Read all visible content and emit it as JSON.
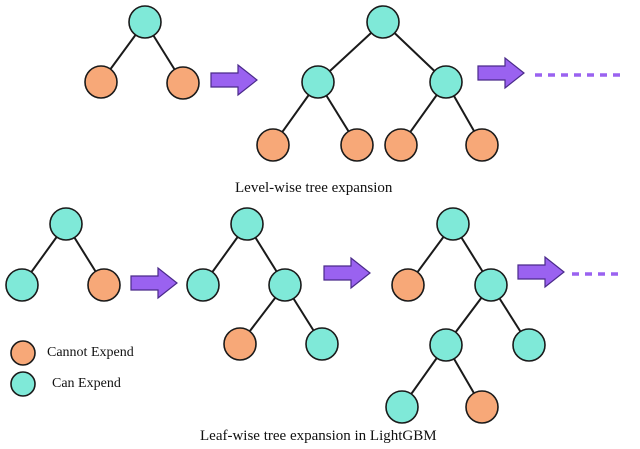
{
  "diagram": {
    "level_wise_caption": "Level-wise tree expansion",
    "leaf_wise_caption": "Leaf-wise tree expansion in LightGBM",
    "legend": {
      "cannot_expend": "Cannot Expend",
      "can_expend": "Can Expend"
    },
    "colors": {
      "can_expend": "#7fe9d8",
      "cannot_expend": "#f7a878",
      "arrow": "#9a62f0",
      "edge": "#1a1a1a"
    },
    "icons": {
      "arrow": "right-arrow-icon",
      "continuation": "dashed-line-icon"
    }
  }
}
